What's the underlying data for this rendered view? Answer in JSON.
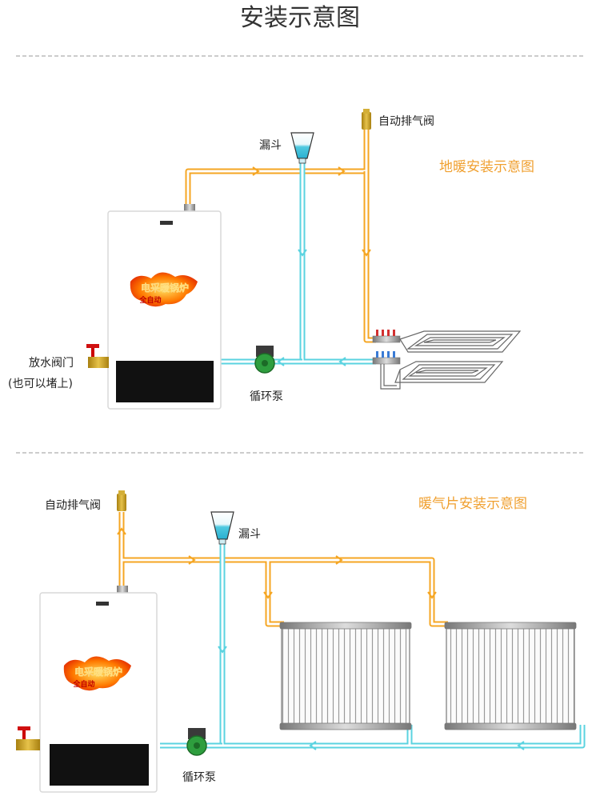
{
  "page_title": "安装示意图",
  "colors": {
    "supply": "#f5a623",
    "return": "#5bd3e0",
    "accent_text": "#f0a030",
    "dashed_line": "#bbbbbb",
    "valve_brass": "#c8a020",
    "pump_green": "#2e9e3e",
    "display_black": "#111111"
  },
  "boiler": {
    "logo_text": "电采暖锅炉",
    "logo_sub": "全自动"
  },
  "floor_heating": {
    "title": "地暖安装示意图",
    "air_valve_label": "自动排气阀",
    "funnel_label": "漏斗",
    "drain_valve_label": "放水阀门",
    "drain_valve_note": "(也可以堵上)",
    "pump_label": "循环泵"
  },
  "radiator": {
    "title": "暖气片安装示意图",
    "air_valve_label": "自动排气阀",
    "funnel_label": "漏斗",
    "pump_label": "循环泵"
  },
  "icons": [
    "air-vent-valve-icon",
    "funnel-icon",
    "drain-valve-icon",
    "circulation-pump-icon",
    "manifold-icon",
    "floor-coil-icon",
    "radiator-icon",
    "boiler-icon"
  ]
}
